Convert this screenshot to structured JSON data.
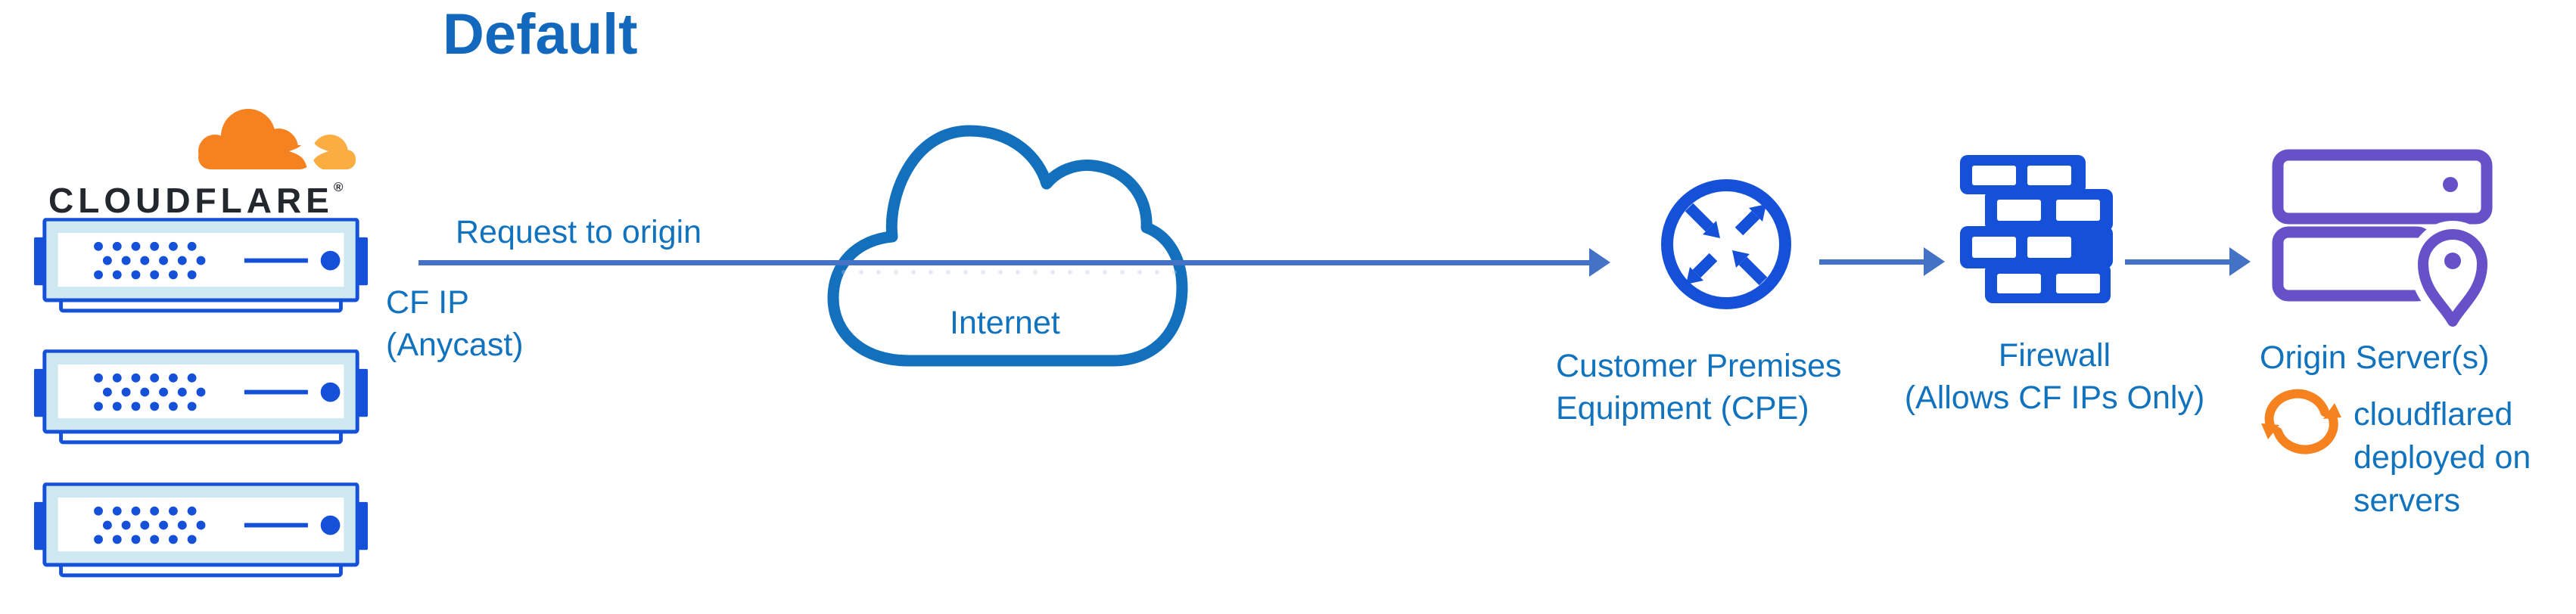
{
  "diagram": {
    "title": "Default",
    "cloudflare_node": {
      "wordmark": "CLOUDFLARE",
      "registered_mark": "®",
      "server_count": 3
    },
    "request_flow": {
      "arrow_label": "Request to origin",
      "ip_lines": [
        "CF IP",
        "(Anycast)"
      ]
    },
    "internet": {
      "label": "Internet"
    },
    "cpe": {
      "label_lines": [
        "Customer Premises",
        "Equipment (CPE)"
      ]
    },
    "firewall": {
      "label_lines": [
        "Firewall",
        "(Allows CF IPs Only)"
      ]
    },
    "origin": {
      "label": "Origin Server(s)",
      "note_lines": [
        "cloudflared",
        "deployed on",
        "servers"
      ]
    },
    "icons": {
      "cloudflare_logo": "cloudflare-logo-cloud",
      "edge_server": "rack-server",
      "internet": "internet-cloud",
      "cpe": "cpe-router-arrows",
      "firewall": "firewall-brick-wall",
      "origin": "origin-server-stack",
      "origin_pin": "location-pin",
      "origin_note": "sync-arrows",
      "flow": "flow-arrow"
    },
    "colors": {
      "title_blue": "#1268BD",
      "label_blue": "#1173BD",
      "arrow_blue": "#4472C4",
      "icon_blue": "#1450D8",
      "icon_blue_light": "#CDE8F1",
      "cloud_stroke_blue": "#1270BD",
      "origin_purple": "#6651C9",
      "cf_orange": "#F6821F",
      "cf_orange_light": "#FBAD41",
      "wordmark_dark": "#23282E"
    }
  }
}
